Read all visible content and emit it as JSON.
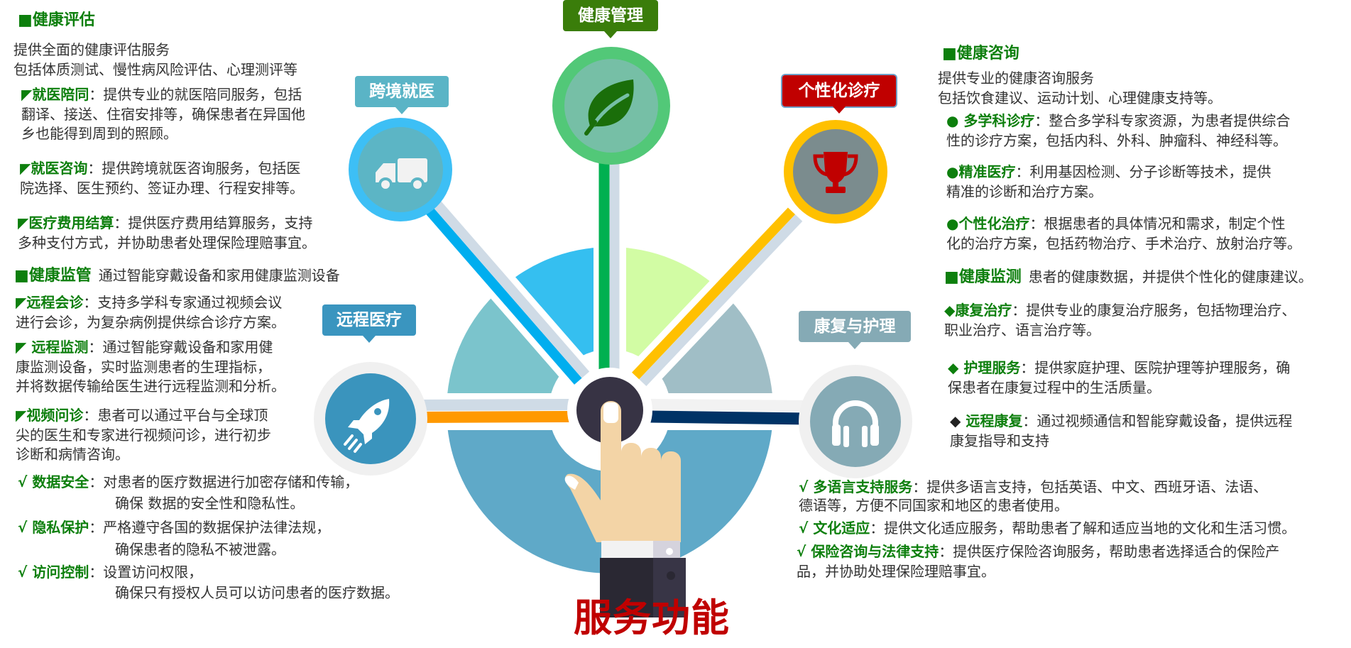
{
  "title": "服务功能",
  "labels": {
    "health_mgmt": "健康管理",
    "cross_border": "跨境就医",
    "personalized": "个性化诊疗",
    "telemedicine": "远程医疗",
    "rehab": "康复与护理"
  },
  "colors": {
    "heading_green": "#0d7f0d",
    "title_red": "#c00000",
    "health_mgmt": "#3a7d0a",
    "cross_border": "#5ab4c6",
    "personalized": "#c00000",
    "telemedicine": "#3a95bf",
    "rehab": "#85aab5"
  },
  "icons": {
    "health_mgmt": "leaf-icon",
    "cross_border": "truck-icon",
    "personalized": "trophy-icon",
    "telemedicine": "rocket-icon",
    "rehab": "headphones-icon",
    "center": "pointing-hand-icon"
  },
  "left": {
    "assessment": {
      "heading": "■健康评估",
      "lines": [
        "提供全面的健康评估服务",
        "包括体质测试、慢性病风险评估、心理测评等"
      ]
    },
    "items_a": [
      {
        "marker": "◤",
        "title": "就医陪同",
        "lines": [
          "：提供专业的就医陪同服务，包括",
          "翻译、接送、住宿安排等，确保患者在异国他",
          "乡也能得到周到的照顾。"
        ]
      },
      {
        "marker": "◤",
        "title": "就医咨询",
        "lines": [
          "：提供跨境就医咨询服务，包括医",
          "院选择、医生预约、签证办理、行程安排等。"
        ]
      },
      {
        "marker": "◤",
        "title": "医疗费用结算",
        "lines": [
          "：提供医疗费用结算服务，支持",
          "多种支付方式，并协助患者处理保险理赔事宜。"
        ]
      }
    ],
    "monitoring": {
      "heading": "■健康监管",
      "desc": "通过智能穿戴设备和家用健康监测设备"
    },
    "items_b": [
      {
        "marker": "◤",
        "title": "远程会诊",
        "lines": [
          "：支持多学科专家通过视频会议",
          "进行会诊，为复杂病例提供综合诊疗方案。"
        ]
      },
      {
        "marker": "◤ ",
        "title": "远程监测",
        "lines": [
          "：通过智能穿戴设备和家用健",
          "康监测设备，实时监测患者的生理指标，",
          "并将数据传输给医生进行远程监测和分析。"
        ]
      },
      {
        "marker": "◤",
        "title": "视频问诊",
        "lines": [
          "：患者可以通过平台与全球顶",
          "尖的医生和专家进行视频问诊，进行初步",
          "诊断和病情咨询。"
        ]
      }
    ],
    "items_c": [
      {
        "marker": "√  ",
        "title": "数据安全",
        "lines": [
          "：对患者的医疗数据进行加密存储和传输，",
          "确保 数据的安全性和隐私性。"
        ]
      },
      {
        "marker": "√ ",
        "title": "隐私保护",
        "lines": [
          "：严格遵守各国的数据保护法律法规，",
          "确保患者的隐私不被泄露。"
        ]
      },
      {
        "marker": "√ ",
        "title": "访问控制",
        "lines": [
          "：设置访问权限，",
          "确保只有授权人员可以访问患者的医疗数据。"
        ]
      }
    ]
  },
  "right": {
    "consult": {
      "heading": "■健康咨询",
      "lines": [
        "提供专业的健康咨询服务",
        "包括饮食建议、运动计划、心理健康支持等。"
      ]
    },
    "items_a": [
      {
        "marker": "●  ",
        "title": "多学科诊疗",
        "lines": [
          "：整合多学科专家资源，为患者提供综合",
          "性的诊疗方案，包括内科、外科、肿瘤科、神经科等。"
        ]
      },
      {
        "marker": "●",
        "title": "精准医疗",
        "lines": [
          "：利用基因检测、分子诊断等技术，提供",
          "精准的诊断和治疗方案。"
        ]
      },
      {
        "marker": "●",
        "title": "个性化治疗",
        "lines": [
          "：根据患者的具体情况和需求，制定个性",
          "化的治疗方案，包括药物治疗、手术治疗、放射治疗等。"
        ]
      }
    ],
    "monitoring": {
      "heading": "■健康监测",
      "desc": "患者的健康数据，并提供个性化的健康建议。"
    },
    "items_b": [
      {
        "marker": "◆",
        "title": "康复治疗",
        "lines": [
          "：提供专业的康复治疗服务，包括物理治疗、",
          "职业治疗、语言治疗等。"
        ]
      },
      {
        "marker": "◆  ",
        "title": "护理服务",
        "lines": [
          "：提供家庭护理、医院护理等护理服务，确",
          "保患者在康复过程中的生活质量。"
        ]
      },
      {
        "marker": "◆  ",
        "title": "远程康复",
        "lines": [
          "：通过视频通信和智能穿戴设备，提供远程",
          "康复指导和支持"
        ]
      }
    ],
    "items_c": [
      {
        "marker": "√  ",
        "title": "多语言支持服务",
        "lines": [
          "：提供多语言支持，包括英语、中文、西班牙语、法语、",
          "德语等，方便不同国家和地区的患者使用。"
        ]
      },
      {
        "marker": "√  ",
        "title": "文化适应",
        "lines": [
          "：提供文化适应服务，帮助患者了解和适应当地的文化和生活习惯。"
        ]
      },
      {
        "marker": "√ ",
        "title": "保险咨询与法律支持",
        "lines": [
          "：提供医疗保险咨询服务，帮助患者选择适合的保险产",
          "品，并协助处理保险理赔事宜。"
        ]
      }
    ]
  }
}
